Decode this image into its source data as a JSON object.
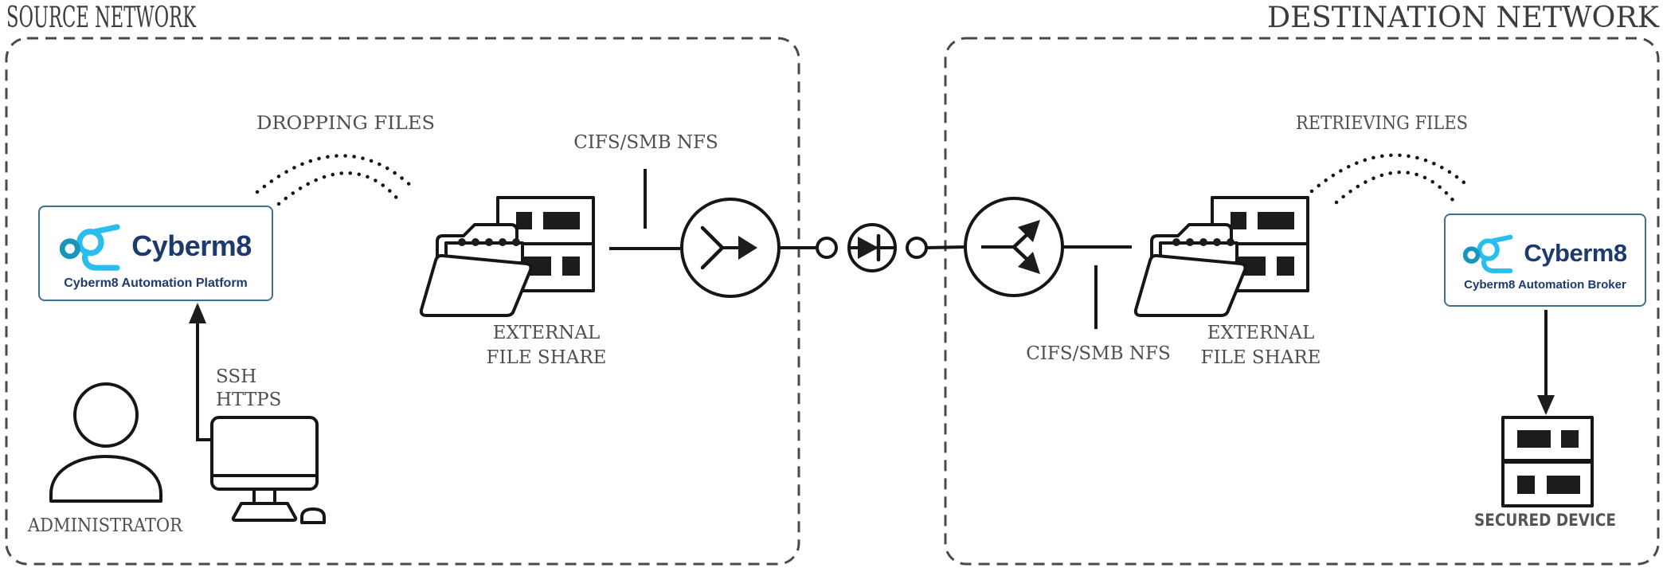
{
  "titles": {
    "source": "SOURCE NETWORK",
    "destination": "DESTINATION NETWORK"
  },
  "source_network": {
    "platform_box": {
      "brand": "Cyberm8",
      "caption": "Cyberm8 Automation Platform"
    },
    "dropping_files_label": "DROPPING FILES",
    "protocol_label": "CIFS/SMB NFS",
    "file_share_label_line1": "EXTERNAL",
    "file_share_label_line2": "FILE SHARE",
    "ssh_label": "SSH",
    "https_label": "HTTPS",
    "administrator_label": "ADMINISTRATOR"
  },
  "destination_network": {
    "broker_box": {
      "brand": "Cyberm8",
      "caption": "Cyberm8 Automation Broker"
    },
    "retrieving_files_label": "RETRIEVING FILES",
    "protocol_label": "CIFS/SMB NFS",
    "file_share_label_line1": "EXTERNAL",
    "file_share_label_line2": "FILE SHARE",
    "secured_device_label": "SECURED DEVICE"
  },
  "icons": {
    "cyberm8_logo": "cyberm8-logo-icon",
    "administrator": "person-icon",
    "workstation": "monitor-icon",
    "file_share": "folder-server-icon",
    "diode_send": "send-arrow-circle-icon",
    "diode": "diode-icon",
    "diode_receive": "split-arrow-circle-icon",
    "secured_device": "server-icon",
    "transfer": "dotted-arcs-icon"
  },
  "colors": {
    "icon_line": "#161616",
    "boundary_dash": "#4a4a4a",
    "label_text": "#4f4f4f",
    "title_text": "#3c3c3c",
    "brand_navy": "#1d3a6e",
    "logo_cyan": "#29bdf0",
    "logo_teal": "#1795bd",
    "box_border": "#40708f"
  }
}
